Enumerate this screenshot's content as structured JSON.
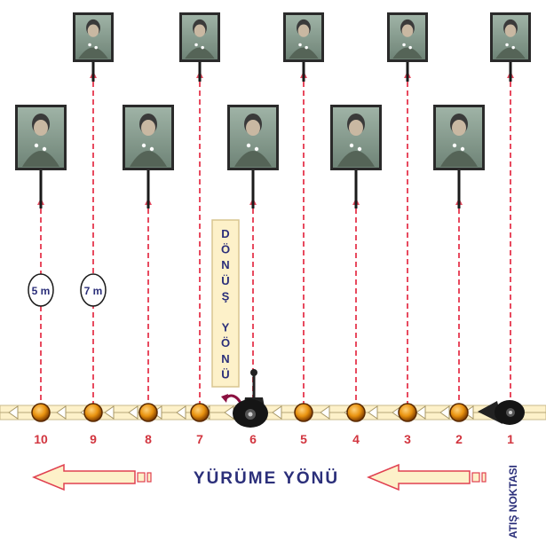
{
  "stations": [
    {
      "number": "10",
      "target_row": "near",
      "distance_label": "5 m"
    },
    {
      "number": "9",
      "target_row": "far",
      "distance_label": "7 m"
    },
    {
      "number": "8",
      "target_row": "near"
    },
    {
      "number": "7",
      "target_row": "far"
    },
    {
      "number": "6",
      "target_row": "near"
    },
    {
      "number": "5",
      "target_row": "far"
    },
    {
      "number": "4",
      "target_row": "near"
    },
    {
      "number": "3",
      "target_row": "far"
    },
    {
      "number": "2",
      "target_row": "near"
    },
    {
      "number": "1",
      "target_row": "far"
    }
  ],
  "turn_direction": {
    "letters": [
      "D",
      "Ö",
      "N",
      "Ü",
      "Ş",
      "",
      "Y",
      "Ö",
      "N",
      "Ü"
    ]
  },
  "walking_direction": {
    "label": "YÜRÜME YÖNÜ"
  },
  "firing_point": {
    "label": "ATIŞ NOKTASI"
  },
  "colors": {
    "dashed_line": "#e84a5f",
    "station_marker": "#e8920f",
    "station_number": "#d2353f",
    "label_blue": "#2b2f7a",
    "arrow_fill": "#fdf1c9",
    "arrow_stroke": "#e04050"
  },
  "icons": [
    "target-photo",
    "tripod-camera",
    "turn-arrow",
    "walking-arrow"
  ]
}
